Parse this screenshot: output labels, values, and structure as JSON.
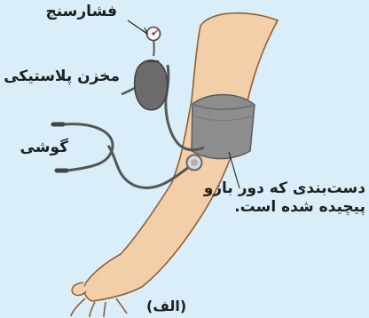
{
  "labels": {
    "gauge": "فشارسنج",
    "bulb": "مخزن پلاستیکی",
    "earpieces": "گوشی",
    "cuff_line1": "دست‌بندی که دور بازو",
    "cuff_line2": "پیچیده شده است."
  },
  "caption": "(الف)",
  "colors": {
    "background": "#d9eef8",
    "skin": "#f3cfa9",
    "skin_outline": "#8e5f36",
    "cuff": "#8d8d8d",
    "bulb": "#6b6b6b"
  }
}
